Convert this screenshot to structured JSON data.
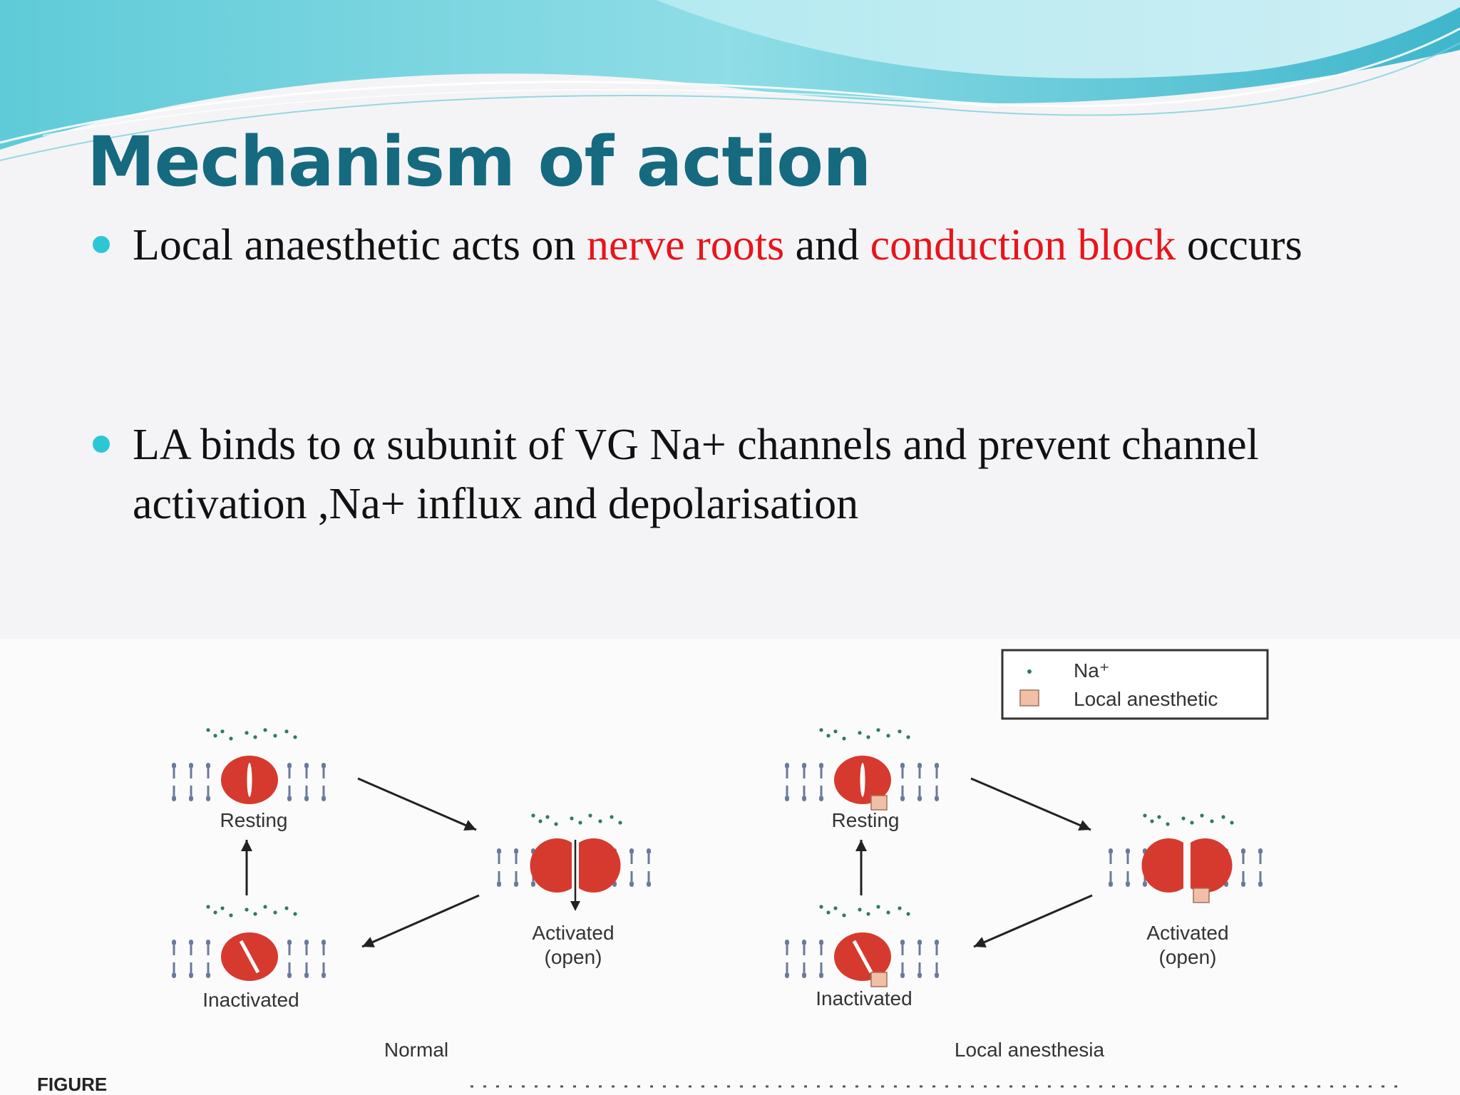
{
  "slide": {
    "title": "Mechanism of action",
    "colors": {
      "title": "#156a80",
      "highlight": "#e8141b",
      "bullet": "#2cc7d4",
      "channel": "#d63a2e",
      "sodium": "#2f7a63",
      "anesthetic": "#f1bfa6"
    },
    "bullets": [
      {
        "pre": "Local anaesthetic acts on ",
        "hl1": "nerve roots",
        "mid": " and ",
        "hl2": "conduction block",
        "post": " occurs"
      },
      {
        "text": "LA binds to α subunit of VG Na+ channels and prevent channel activation ,Na+ influx and depolarisation"
      }
    ]
  },
  "figure": {
    "legend": {
      "na": "Na⁺",
      "la": "Local anesthetic"
    },
    "panels": [
      {
        "caption": "Normal",
        "resting": "Resting",
        "activated": "Activated",
        "activated_sub": "(open)",
        "inactivated": "Inactivated"
      },
      {
        "caption": "Local anesthesia",
        "resting": "Resting",
        "activated": "Activated",
        "activated_sub": "(open)",
        "inactivated": "Inactivated"
      }
    ],
    "footer_text": "FIGURE"
  }
}
